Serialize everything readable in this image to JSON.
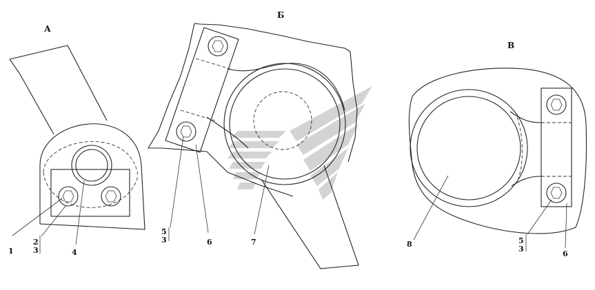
{
  "views": {
    "a": {
      "title": "А",
      "callouts": {
        "bolt": "1",
        "frac_top": "2",
        "frac_bottom": "3",
        "bushing": "4"
      }
    },
    "b": {
      "title": "Б",
      "callouts": {
        "frac_top": "5",
        "frac_bottom": "3",
        "clamp": "6",
        "ring": "7"
      }
    },
    "v": {
      "title": "В",
      "callouts": {
        "ring": "8",
        "frac_top": "5",
        "frac_bottom": "3",
        "clamp": "6"
      }
    }
  },
  "colors": {
    "line": "#222222",
    "watermark": "#c8ccc8"
  },
  "icons": {
    "watermark": "watermark-logo-icon"
  }
}
